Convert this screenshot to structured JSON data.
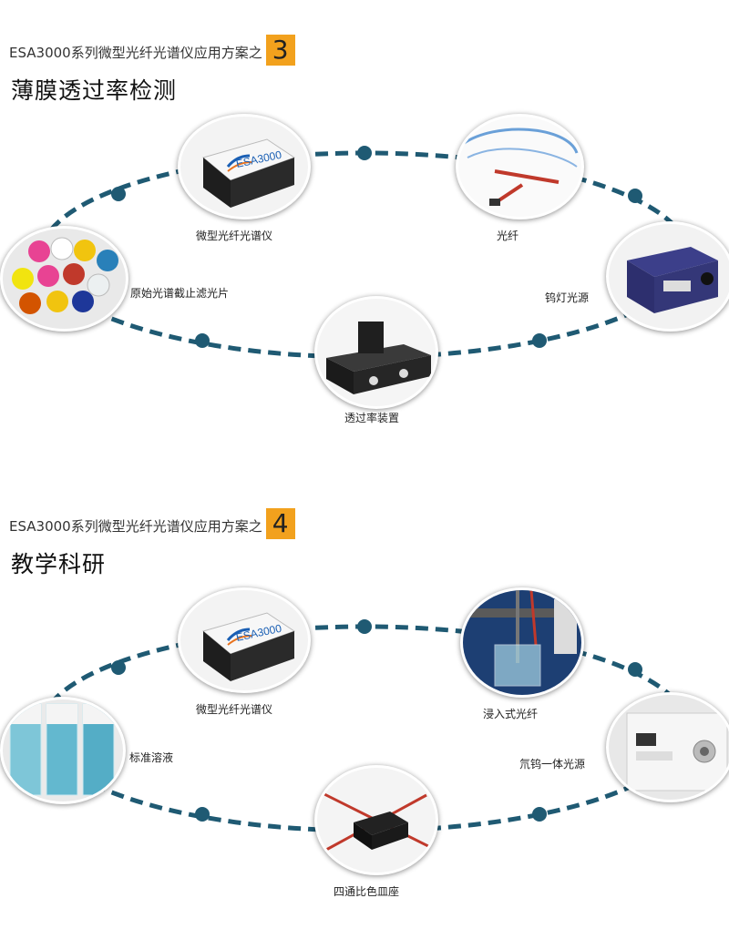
{
  "sections": [
    {
      "heading": "ESA3000系列微型光纤光谱仪应用方案之",
      "number": "3",
      "title": "薄膜透过率检测",
      "items": [
        {
          "label": "微型光纤光谱仪",
          "brand": "ESA3000"
        },
        {
          "label": "光纤"
        },
        {
          "label": "原始光谱截止滤光片"
        },
        {
          "label": "钨灯光源"
        },
        {
          "label": "透过率装置"
        }
      ]
    },
    {
      "heading": "ESA3000系列微型光纤光谱仪应用方案之",
      "number": "4",
      "title": "教学科研",
      "items": [
        {
          "label": "微型光纤光谱仪",
          "brand": "ESA3000"
        },
        {
          "label": "浸入式光纤"
        },
        {
          "label": "标准溶液"
        },
        {
          "label": "氘钨一体光源"
        },
        {
          "label": "四通比色皿座"
        }
      ]
    }
  ],
  "colors": {
    "ring": "#1f5a73",
    "badge": "#f2a11d"
  }
}
